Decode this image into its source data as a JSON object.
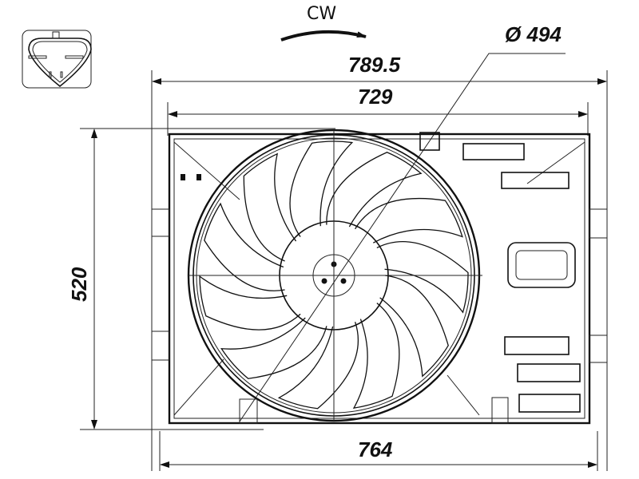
{
  "drawing": {
    "rotation_label": "CW",
    "diameter_label": "Ø 494",
    "dimensions": {
      "overall_width": "789.5",
      "frame_width": "729",
      "height": "520",
      "bottom_width": "764"
    },
    "blade_count": 11,
    "line_color": "#111111"
  }
}
